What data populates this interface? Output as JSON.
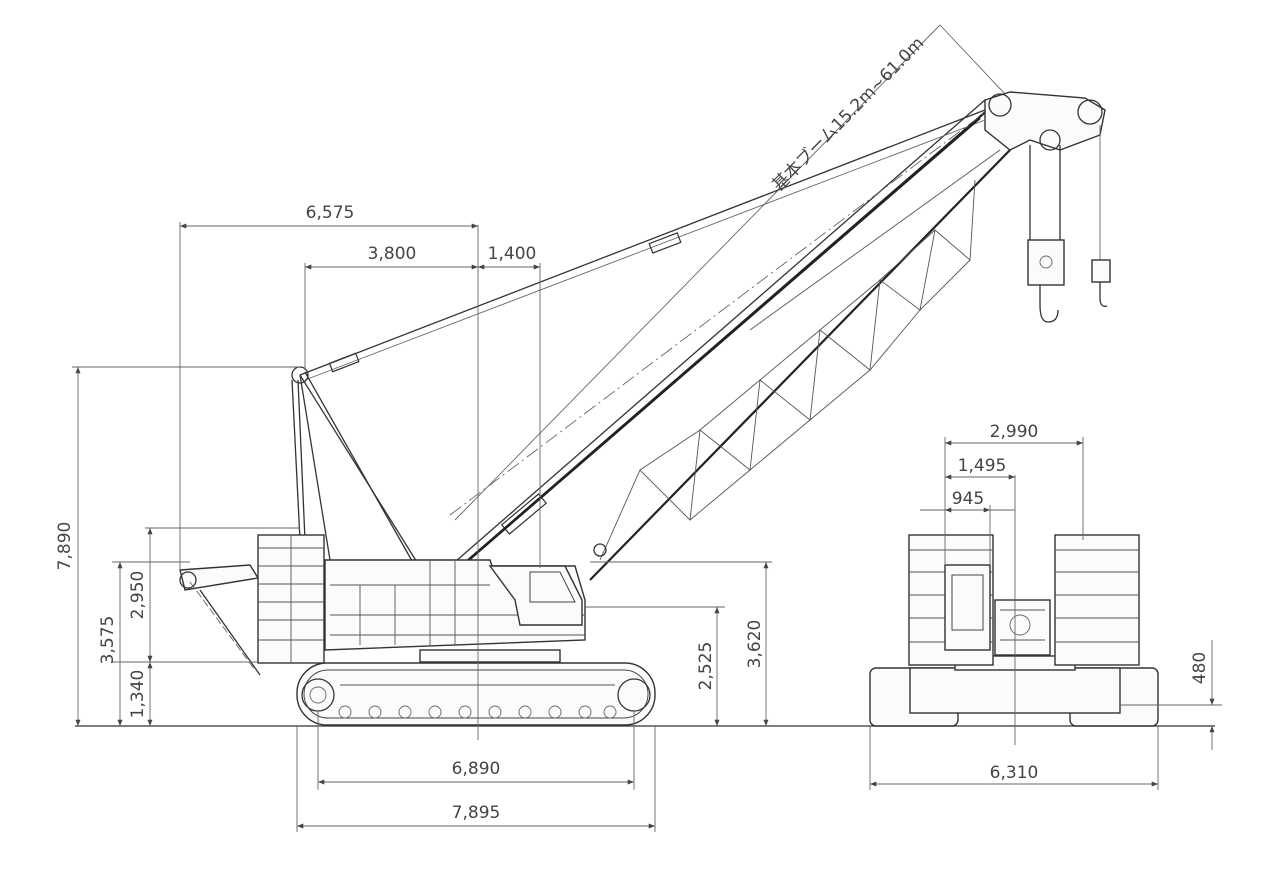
{
  "boom_label": "基本ブーム15.2m~61.0m",
  "side_view": {
    "top_dims": {
      "total_rear": "6,575",
      "mast_to_center": "3,800",
      "center_to_boom": "1,400"
    },
    "left_heights": {
      "overall": "7,890",
      "gantry": "3,575",
      "counterweight_top": "2,950",
      "counterweight_bottom": "1,340"
    },
    "right_heights": {
      "cab": "2,525",
      "boom_foot": "3,620"
    },
    "bottom_dims": {
      "tumbler_center": "6,890",
      "crawler_length": "7,895"
    }
  },
  "front_view": {
    "top_dims": {
      "width": "2,990",
      "half": "1,495",
      "cab_offset": "945"
    },
    "right_dims": {
      "ground_clearance": "480"
    },
    "bottom_dims": {
      "track_width": "6,310"
    }
  }
}
